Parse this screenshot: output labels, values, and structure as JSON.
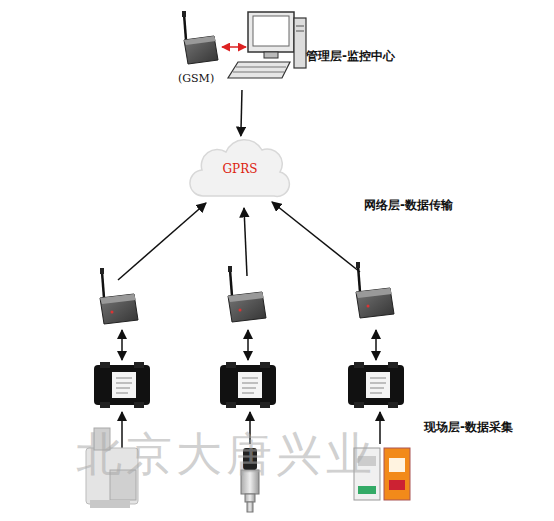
{
  "diagram": {
    "nodes": [
      {
        "text": [
          "(GSM)",
          "管理层-监控中心"
        ]
      },
      {
        "text": [
          "GPRS"
        ]
      }
    ],
    "edges": [
      {
        "from": 0,
        "to": 1,
        "arrow": "to"
      }
    ],
    "labels": [
      "网络层-数据传输",
      "现场层-数据采集",
      "北京大唐兴业"
    ]
  }
}
